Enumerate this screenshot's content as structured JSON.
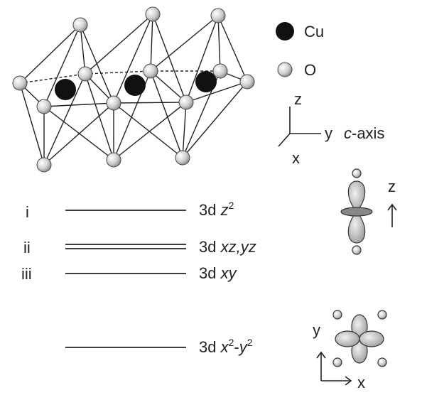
{
  "legend": {
    "cu_label": "Cu",
    "o_label": "O"
  },
  "axes": {
    "z": "z",
    "y": "y",
    "x": "x",
    "c_axis_italic": "c",
    "c_axis_rest": "-axis"
  },
  "levels": [
    {
      "roman": "i",
      "prefix": "3d ",
      "name_html": "z2"
    },
    {
      "roman": "ii",
      "prefix": "3d ",
      "name_html": "xz,yz"
    },
    {
      "roman": "iii",
      "prefix": "3d ",
      "name_html": "xy"
    },
    {
      "roman": "",
      "prefix": "3d ",
      "name_html": "x2-y2"
    }
  ],
  "orbital_axes": {
    "dz2_axis": "z",
    "dx2y2_y": "y",
    "dx2y2_x": "x"
  },
  "colors": {
    "cu": "#111111",
    "o": "#d9d9d9",
    "line": "#222222"
  }
}
